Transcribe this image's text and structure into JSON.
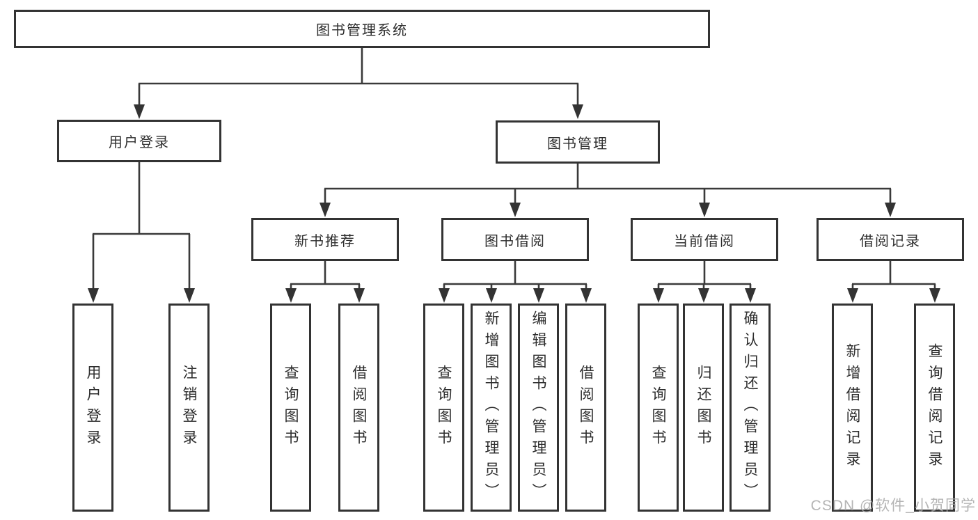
{
  "diagram": {
    "type": "hierarchy-tree",
    "title": "图书管理系统",
    "colors": {
      "line": "#3a3a3a",
      "box_border": "#333333",
      "box_fill": "#ffffff",
      "text": "#2d2d2d",
      "watermark": "#a8a8a8"
    },
    "tree": {
      "root": {
        "label": "图书管理系统"
      },
      "level2": [
        {
          "label": "用户登录",
          "children": [
            {
              "label": "用户登录"
            },
            {
              "label": "注销登录"
            }
          ]
        },
        {
          "label": "图书管理",
          "children": [
            {
              "label": "新书推荐",
              "children": [
                {
                  "label": "查询图书"
                },
                {
                  "label": "借阅图书"
                }
              ]
            },
            {
              "label": "图书借阅",
              "children": [
                {
                  "label": "查询图书"
                },
                {
                  "label": "新增图书（管理员）"
                },
                {
                  "label": "编辑图书（管理员）"
                },
                {
                  "label": "借阅图书"
                }
              ]
            },
            {
              "label": "当前借阅",
              "children": [
                {
                  "label": "查询图书"
                },
                {
                  "label": "归还图书"
                },
                {
                  "label": "确认归还（管理员）"
                }
              ]
            },
            {
              "label": "借阅记录",
              "children": [
                {
                  "label": "新增借阅记录"
                },
                {
                  "label": "查询借阅记录"
                }
              ]
            }
          ]
        }
      ]
    }
  },
  "watermark": {
    "text": "CSDN @软件_小贺同学"
  }
}
